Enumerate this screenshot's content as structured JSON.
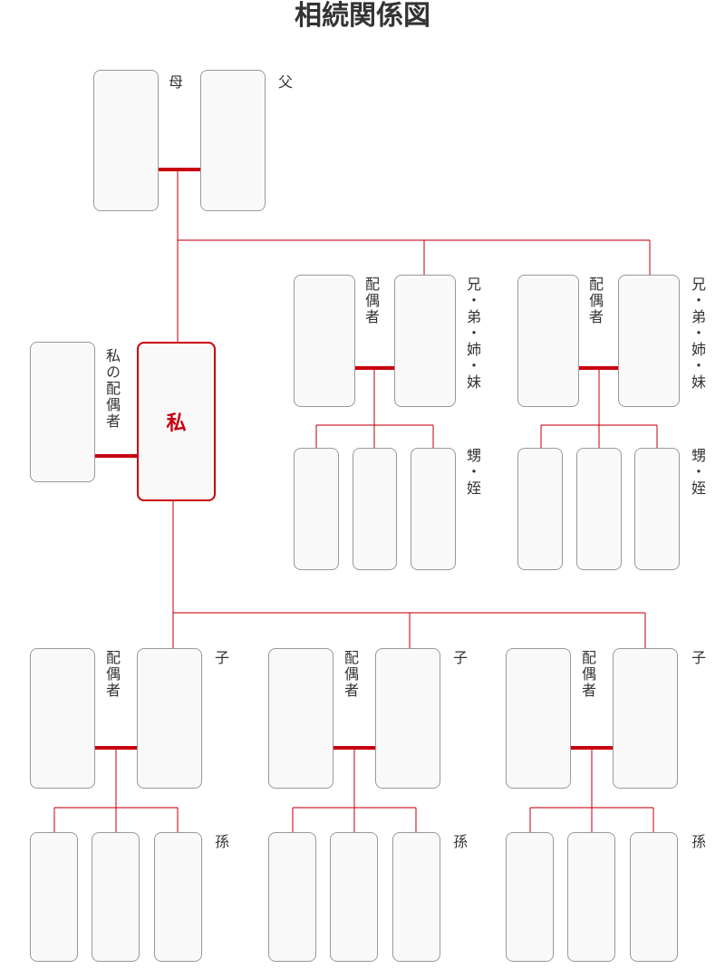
{
  "title": "相続関係図",
  "labels": {
    "mother": "母",
    "father": "父",
    "me": "私",
    "my_spouse": "私の配偶者",
    "spouse": "配偶者",
    "siblings": "兄・弟・姉・妹",
    "nephews_nieces": "甥・姪",
    "child": "子",
    "grandchild": "孫"
  },
  "colors": {
    "line": "#c8000f",
    "box_border": "#999999",
    "box_fill": "#f9f9f9",
    "text": "#333333"
  }
}
